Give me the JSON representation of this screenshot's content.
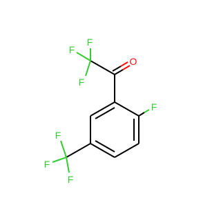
{
  "molecule": {
    "colors": {
      "carbon_bond": "#000000",
      "fluorine": "#33cc33",
      "oxygen": "#ff0d0d",
      "background": "#ffffff"
    },
    "atom_labels": {
      "o1": "O",
      "f_cf3_top_left": "F",
      "f_cf3_top_mid": "F",
      "f_cf3_left": "F",
      "f_ring": "F",
      "f_cf3b_top": "F",
      "f_cf3b_left": "F",
      "f_cf3b_bottom": "F"
    }
  }
}
